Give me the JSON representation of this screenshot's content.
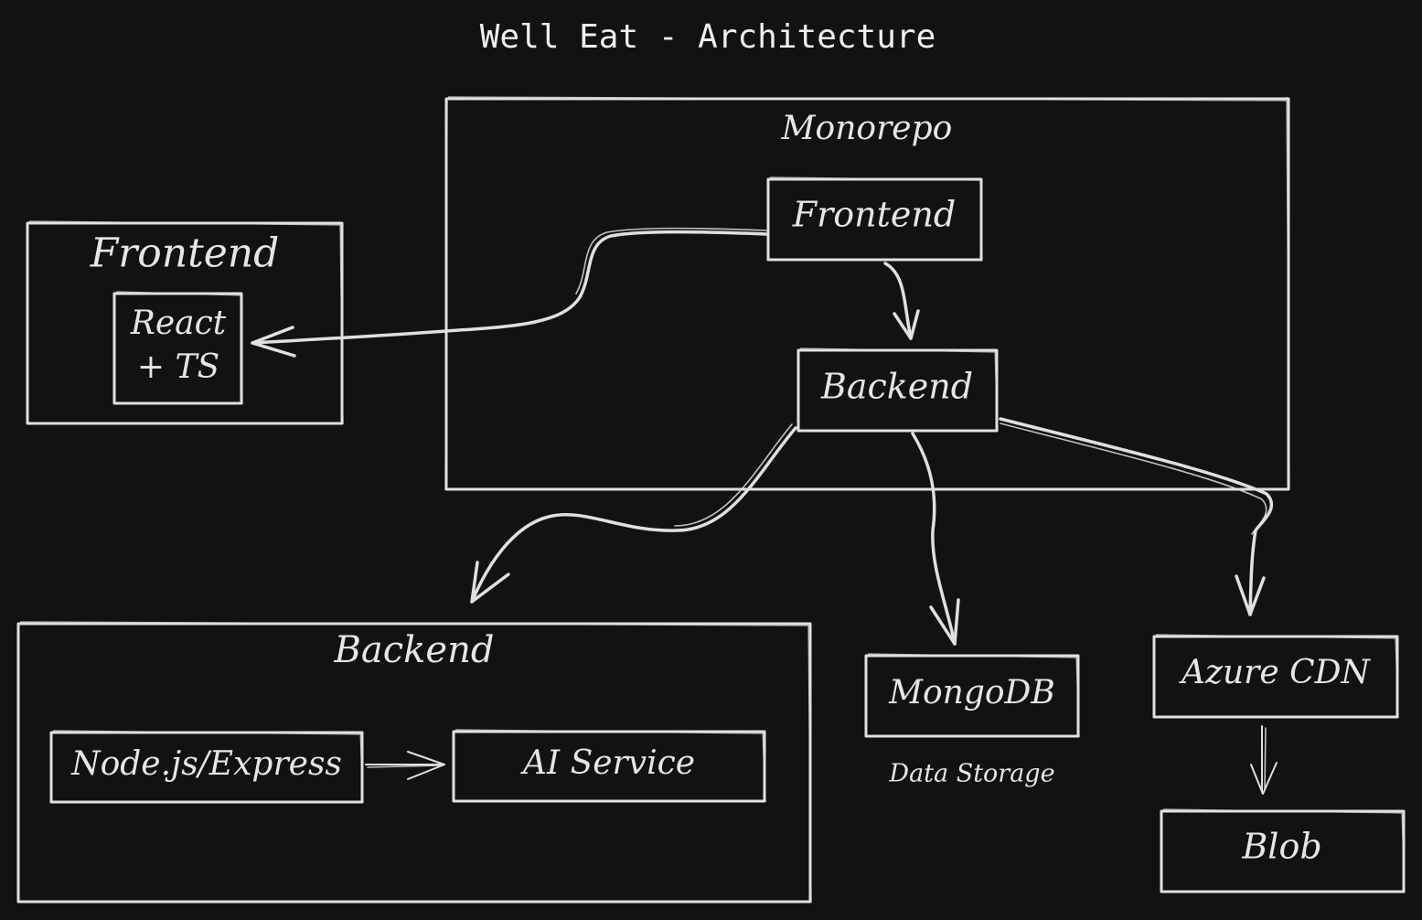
{
  "title": "Well Eat - Architecture",
  "nodes": {
    "monorepo": {
      "label": "Monorepo"
    },
    "monorepo_frontend": {
      "label": "Frontend"
    },
    "monorepo_backend": {
      "label": "Backend"
    },
    "frontend_group": {
      "label": "Frontend"
    },
    "react_ts": {
      "line1": "React",
      "line2": "+ TS"
    },
    "backend_group": {
      "label": "Backend"
    },
    "node_express": {
      "label": "Node.js/Express"
    },
    "ai_service": {
      "label": "AI Service"
    },
    "mongodb": {
      "label": "MongoDB",
      "caption": "Data Storage"
    },
    "azure_cdn": {
      "label": "Azure CDN"
    },
    "blob": {
      "label": "Blob"
    }
  },
  "edges": [
    {
      "from": "monorepo_frontend",
      "to": "react_ts"
    },
    {
      "from": "monorepo_frontend",
      "to": "monorepo_backend"
    },
    {
      "from": "monorepo_backend",
      "to": "backend_group"
    },
    {
      "from": "monorepo_backend",
      "to": "mongodb"
    },
    {
      "from": "monorepo_backend",
      "to": "azure_cdn"
    },
    {
      "from": "node_express",
      "to": "ai_service"
    },
    {
      "from": "azure_cdn",
      "to": "blob"
    }
  ],
  "colors": {
    "background": "#121212",
    "stroke": "#e0e0e0",
    "text": "#e6e6e6"
  }
}
